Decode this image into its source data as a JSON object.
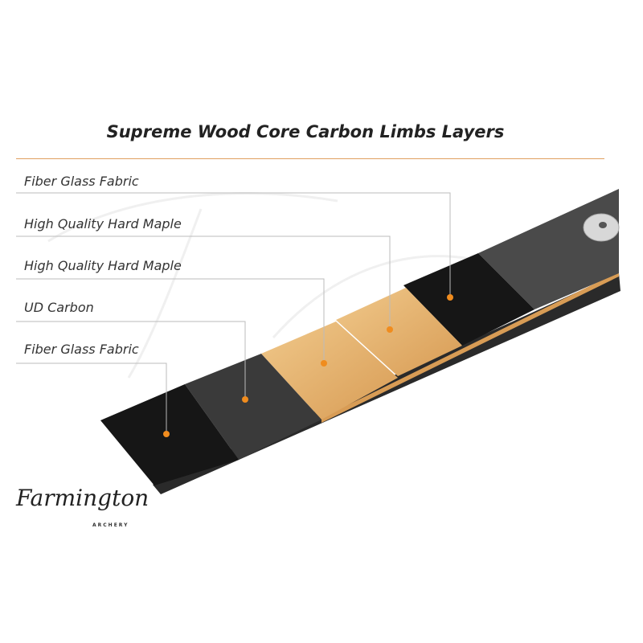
{
  "title": "Supreme Wood Core Carbon Limbs Layers",
  "layers": [
    {
      "label": "Fiber Glass Fabric"
    },
    {
      "label": "High Quality Hard Maple"
    },
    {
      "label": "High Quality Hard Maple"
    },
    {
      "label": "UD Carbon"
    },
    {
      "label": "Fiber Glass Fabric"
    }
  ],
  "logo": {
    "name": "Farmington",
    "sub": "ARCHERY"
  },
  "colors": {
    "accent": "#f08c1e",
    "rule": "#e0a060",
    "maple": "#e6b574",
    "fabric": "#161616",
    "carbon": "#3a3a3a"
  }
}
